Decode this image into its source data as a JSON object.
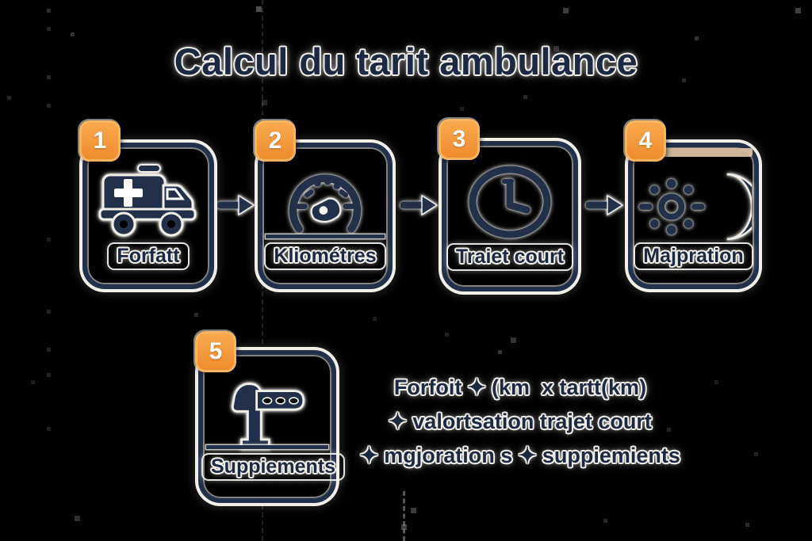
{
  "title": "Calcul du tarit ambulance",
  "steps": [
    {
      "number": "1",
      "label": "Forfatt",
      "icon": "ambulance-icon"
    },
    {
      "number": "2",
      "label": "Kliométres",
      "icon": "speedometer-icon"
    },
    {
      "number": "3",
      "label": "Traiet court",
      "icon": "clock-icon"
    },
    {
      "number": "4",
      "label": "Majpration",
      "icon": "sun-moon-icon"
    },
    {
      "number": "5",
      "label": "Suppiements",
      "icon": "rack-icon"
    }
  ],
  "formula": {
    "line1": "Forfoit ✦ (km  x tartt(km)",
    "line2": "✦ valortsation trajet court",
    "line3": "✦ mgjoration s ✦ suppiemients"
  },
  "colors": {
    "background": "#000000",
    "navy": "#22304a",
    "halo_white": "#f2efe9",
    "accent_orange": "#f29b3d",
    "tan_bar": "#d8bfa2"
  }
}
